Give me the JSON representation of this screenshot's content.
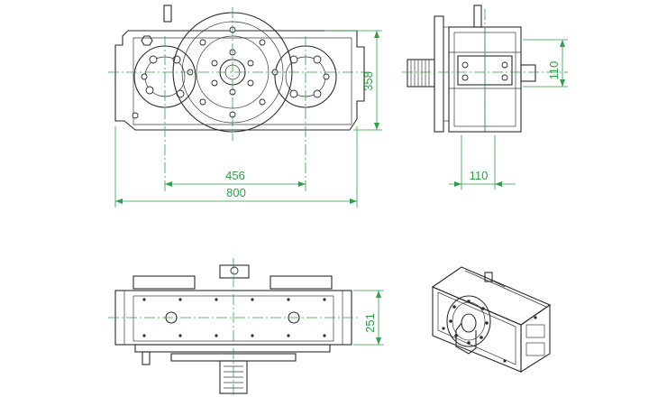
{
  "dimensions": {
    "front_flange_width": "456",
    "front_overall_width": "800",
    "front_height": "358",
    "side_shaft_offset": "110",
    "side_top_offset": "110",
    "top_view_height": "251"
  },
  "colors": {
    "outline": "#2a2a2a",
    "dimension": "#2e9e4a",
    "background": "#ffffff"
  }
}
